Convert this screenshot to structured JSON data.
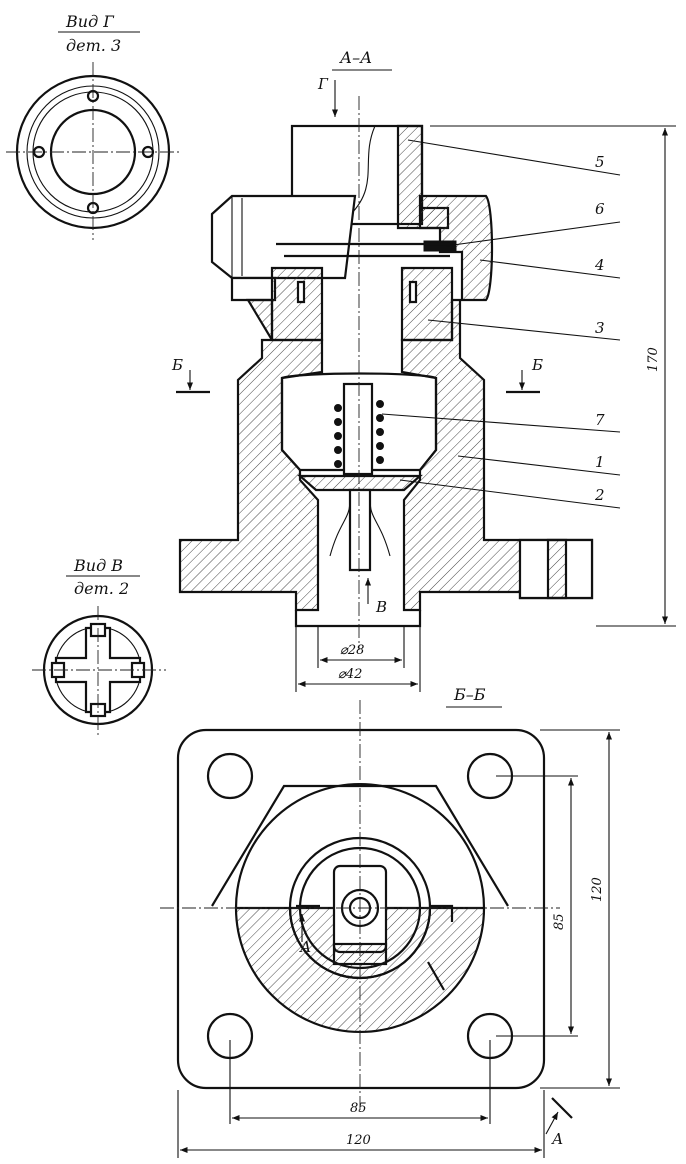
{
  "views": {
    "view_g": {
      "title": "Вид Г",
      "subtitle": "дет. 3"
    },
    "view_v": {
      "title": "Вид В",
      "subtitle": "дет. 2"
    },
    "section_aa": {
      "title": "А–А"
    },
    "section_bb": {
      "title": "Б–Б"
    }
  },
  "markers": {
    "g": "Г",
    "b_left": "Б",
    "b_right": "Б",
    "v": "В",
    "a_cut": "А",
    "a_corner": "А"
  },
  "parts": [
    {
      "number": "5"
    },
    {
      "number": "6"
    },
    {
      "number": "4"
    },
    {
      "number": "3"
    },
    {
      "number": "7"
    },
    {
      "number": "1"
    },
    {
      "number": "2"
    }
  ],
  "dimensions": {
    "height": "170",
    "dia_inner": "⌀28",
    "dia_outer": "⌀42",
    "plan_height": "120",
    "plan_height_inner": "85",
    "plan_width_inner": "85",
    "plan_width": "120"
  }
}
